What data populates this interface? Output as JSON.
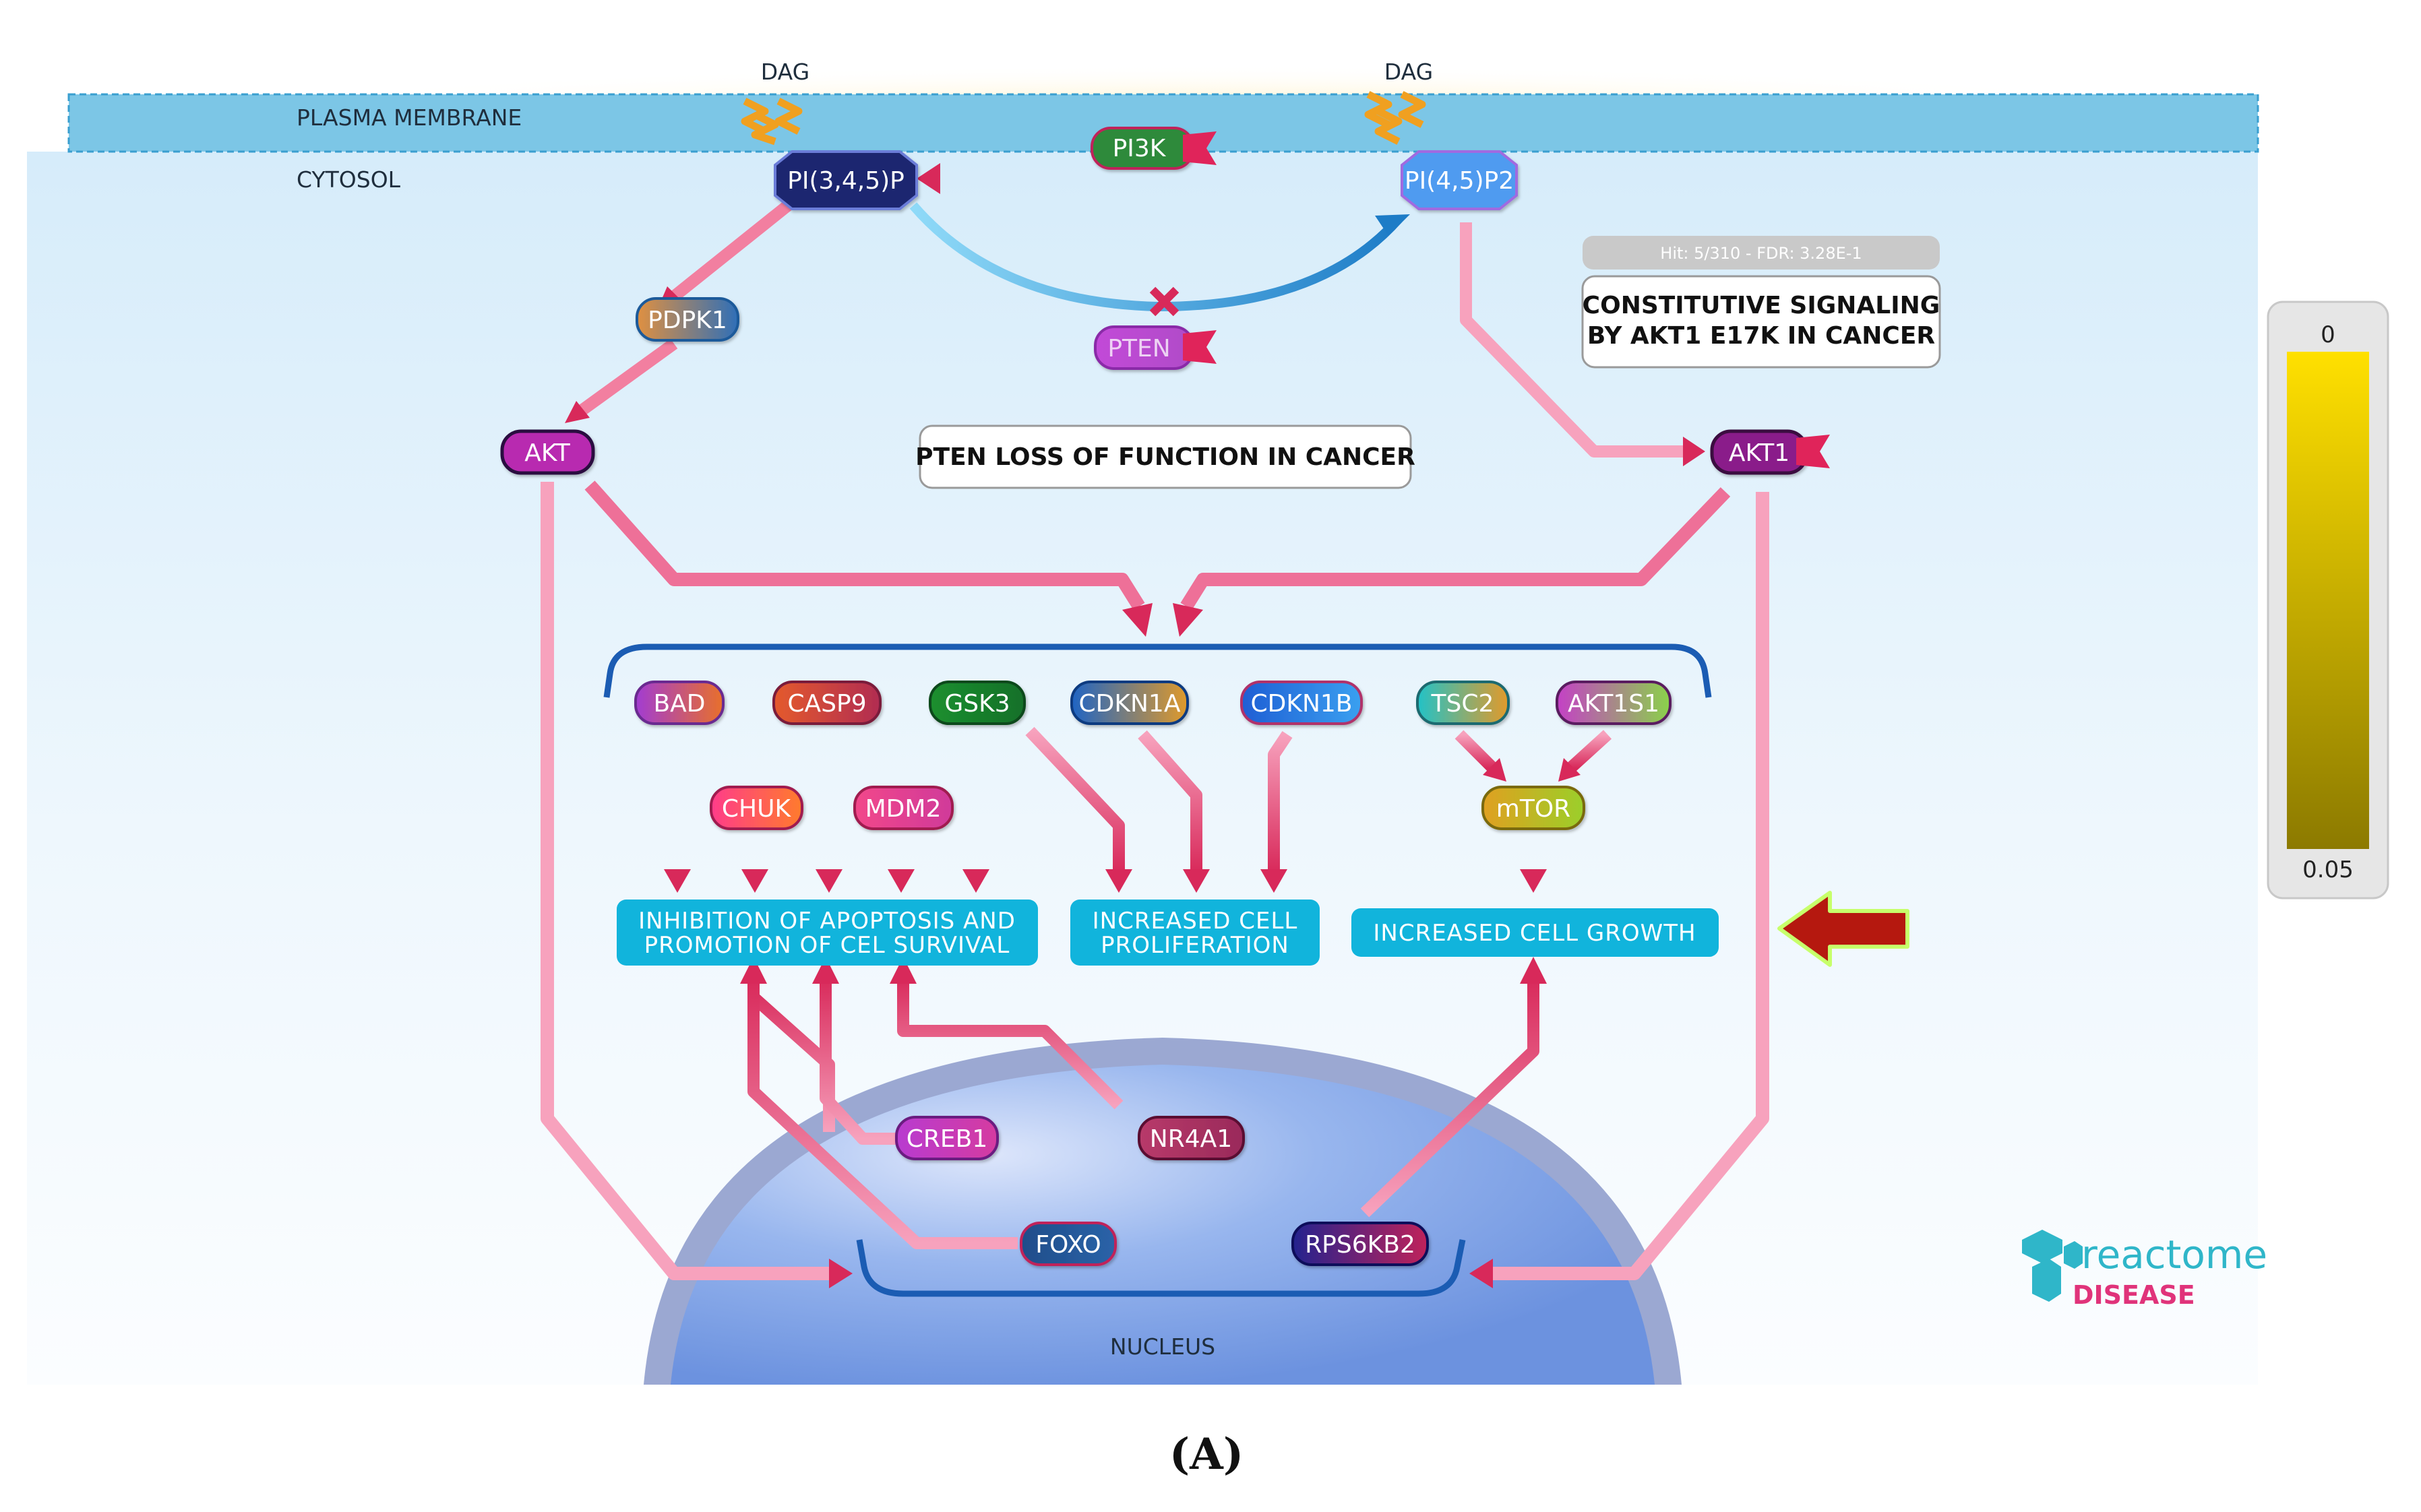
{
  "regions": {
    "plasma_membrane": "PLASMA MEMBRANE",
    "cytosol": "CYTOSOL",
    "nucleus": "NUCLEUS"
  },
  "lipids": {
    "dag_left": "DAG",
    "dag_right": "DAG"
  },
  "nodes": {
    "pip3": "PI(3,4,5)P",
    "pip2": "PI(4,5)P2",
    "pi3k": "PI3K",
    "pten": "PTEN",
    "pdpk1": "PDPK1",
    "akt": "AKT",
    "akt1": "AKT1",
    "bad": "BAD",
    "casp9": "CASP9",
    "gsk3": "GSK3",
    "cdkn1a": "CDKN1A",
    "cdkn1b": "CDKN1B",
    "tsc2": "TSC2",
    "akt1s1": "AKT1S1",
    "chuk": "CHUK",
    "mdm2": "MDM2",
    "mtor": "mTOR",
    "creb1": "CREB1",
    "nr4a1": "NR4A1",
    "foxo": "FOXO",
    "rps6kb2": "RPS6KB2"
  },
  "outcomes": {
    "apoptosis_line1": "INHIBITION OF APOPTOSIS AND",
    "apoptosis_line2": "PROMOTION OF CEL SURVIVAL",
    "proliferation_line1": "INCREASED CELL",
    "proliferation_line2": "PROLIFERATION",
    "growth": "INCREASED CELL GROWTH"
  },
  "subpathways": {
    "pten_loss": "PTEN LOSS OF FUNCTION IN CANCER",
    "akt1_line1": "CONSTITUTIVE SIGNALING",
    "akt1_line2": "BY AKT1 E17K IN CANCER",
    "akt1_stats": "Hit: 5/310 - FDR: 3.28E-1"
  },
  "legend": {
    "top_value": "0",
    "bottom_value": "0.05",
    "gradient_top_color": "#ffe000",
    "gradient_bottom_color": "#8c7a00"
  },
  "logo": {
    "name": "reactome",
    "subtitle": "DISEASE",
    "name_color": "#2fb6c9",
    "subtitle_color": "#e0337a"
  },
  "figure_label": "(A)",
  "colors": {
    "arrow_pink": "#f27fa0",
    "arrow_red": "#d8295a",
    "outcome_box": "#11b4dc",
    "membrane": "#7cc6e6",
    "nucleus": "#7fa8e8",
    "focus_arrow": "#b5180f",
    "focus_arrow_border": "#c7ff6b"
  }
}
